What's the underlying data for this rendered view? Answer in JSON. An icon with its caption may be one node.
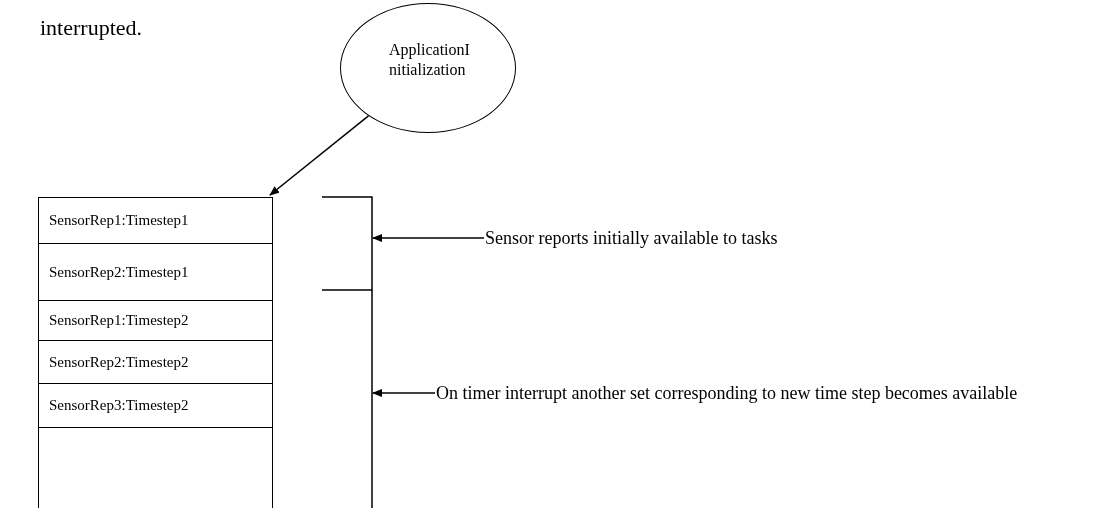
{
  "diagram": {
    "nodes": [
      {
        "text": [
          "ApplicationI nitialization"
        ]
      },
      {
        "text": [],
        "shape": "box"
      },
      {
        "text": [
          "SensorRep1:Timestep1"
        ],
        "in": 1
      },
      {
        "text": [
          "SensorRep2:Timestep1"
        ],
        "in": 1
      },
      {
        "text": [
          "SensorRep1:Timestep2"
        ],
        "in": 1
      },
      {
        "text": [
          "SensorRep2:Timestep2"
        ],
        "in": 1
      },
      {
        "text": [
          "SensorRep3:Timestep2"
        ],
        "in": 1
      },
      {
        "text": [],
        "shape": "bracket"
      },
      {
        "text": [
          "Sensor reports initially available to tasks"
        ]
      },
      {
        "text": [],
        "shape": "bracket"
      },
      {
        "text": [
          "On timer interrupt another set corresponding to new time step becomes available"
        ]
      }
    ],
    "edges": [
      {
        "from": 0,
        "to": 1,
        "arrow": "to"
      },
      {
        "from": 8,
        "to": 7,
        "arrow": "to"
      },
      {
        "from": 10,
        "to": 9,
        "arrow": "to"
      }
    ],
    "labels": [
      "interrupted."
    ]
  }
}
